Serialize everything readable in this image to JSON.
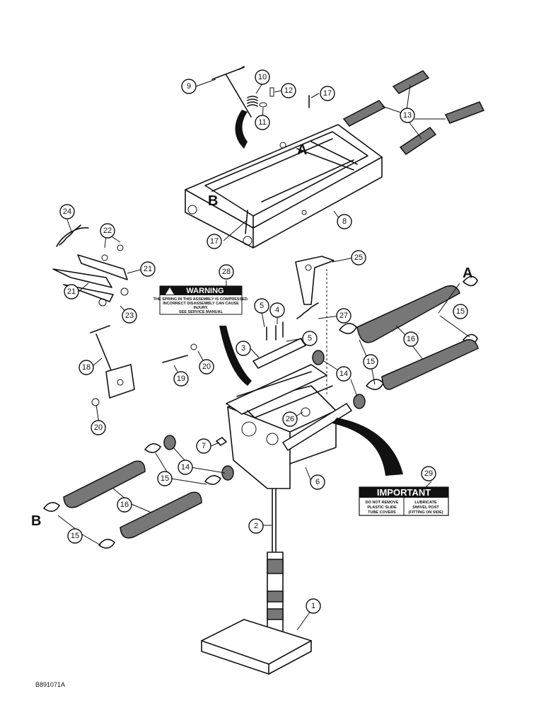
{
  "callouts": [
    "1",
    "2",
    "3",
    "4",
    "5",
    "5",
    "6",
    "7",
    "8",
    "9",
    "10",
    "11",
    "12",
    "13",
    "14",
    "14",
    "15",
    "15",
    "15",
    "15",
    "16",
    "16",
    "17",
    "17",
    "18",
    "19",
    "20",
    "20",
    "21",
    "21",
    "22",
    "23",
    "24",
    "25",
    "26",
    "27",
    "28",
    "29"
  ],
  "letters": {
    "a_top": "A",
    "b_top": "B",
    "a_right": "A",
    "b_left": "B"
  },
  "warning_decal": {
    "title": "WARNING",
    "body": [
      "THE SPRING IN THIS ASSEMBLY IS COMPRESSED.",
      "INCORRECT DISASSEMBLY CAN CAUSE",
      "INJURY.",
      "SEE SERVICE MANUAL"
    ]
  },
  "important_decal": {
    "title": "IMPORTANT",
    "left_lines": [
      "DO NOT REMOVE",
      "PLASTIC SLIDE",
      "TUBE COVERS"
    ],
    "right_lines": [
      "LUBRICATE",
      "SWIVEL POST",
      "(FITTING ON SIDE)"
    ]
  },
  "reference": "B891071A"
}
